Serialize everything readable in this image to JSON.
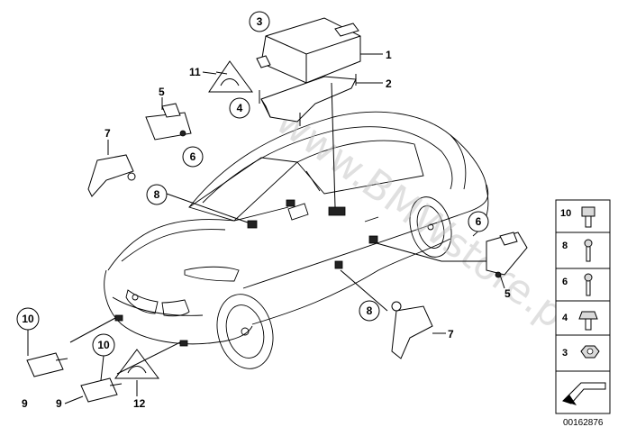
{
  "watermark": "www.BMWstore.pl",
  "reference_number": "00162876",
  "callouts": {
    "c1": "1",
    "c2": "2",
    "c3": "3",
    "c4": "4",
    "c5a": "5",
    "c5b": "5",
    "c6a": "6",
    "c6b": "6",
    "c7a": "7",
    "c7b": "7",
    "c8a": "8",
    "c8b": "8",
    "c9a": "9",
    "c9b": "9",
    "c10a": "10",
    "c10b": "10",
    "c11": "11",
    "c12": "12"
  },
  "legend": {
    "items": [
      {
        "label": "10"
      },
      {
        "label": "8"
      },
      {
        "label": "6"
      },
      {
        "label": "4"
      },
      {
        "label": "3"
      }
    ]
  }
}
